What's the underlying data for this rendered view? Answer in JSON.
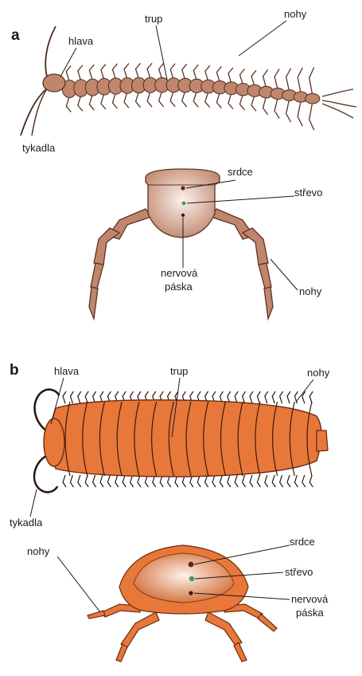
{
  "colors": {
    "centipede_body": "#c0866c",
    "centipede_outline": "#5a3426",
    "centipede_section_light": "#fbf1ec",
    "millipede_body": "#e8773a",
    "millipede_outline": "#6a2c10",
    "millipede_section_light": "#fdf1e9",
    "organ_heart": "#6b1d1d",
    "organ_gut": "#4a9a5a",
    "organ_nerve": "#3a1a1a"
  },
  "panel_a": {
    "letter": "a",
    "animal": {
      "head": "hlava",
      "trunk": "trup",
      "legs": "nohy",
      "antennae": "tykadla"
    },
    "section": {
      "heart": "srdce",
      "gut": "střevo",
      "nerve_line1": "nervová",
      "nerve_line2": "páska",
      "legs": "nohy"
    }
  },
  "panel_b": {
    "letter": "b",
    "animal": {
      "head": "hlava",
      "trunk": "trup",
      "legs": "nohy",
      "antennae": "tykadla"
    },
    "section": {
      "legs": "nohy",
      "heart": "srdce",
      "gut": "střevo",
      "nerve_line1": "nervová",
      "nerve_line2": "páska"
    }
  }
}
